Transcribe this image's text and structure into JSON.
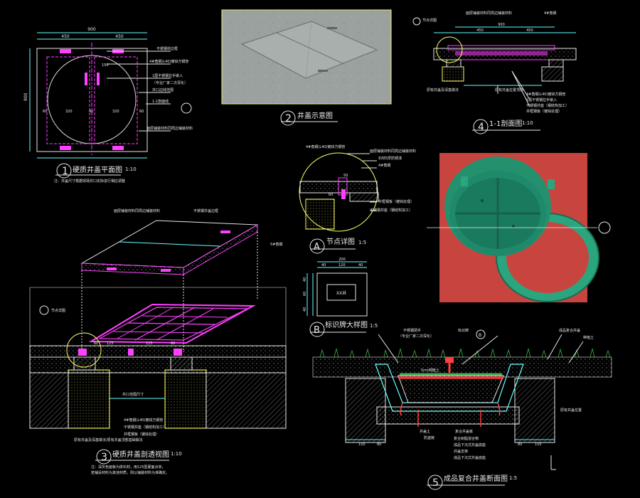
{
  "titles": {
    "t1": {
      "num": "1",
      "label": "硬质井盖平面图",
      "scale": "1:10"
    },
    "t2": {
      "num": "2",
      "label": "井盖示意图",
      "scale": ""
    },
    "t3": {
      "num": "3",
      "label": "硬质井盖剖透视图",
      "scale": "1:10"
    },
    "t4": {
      "num": "4",
      "label": "1-1剖面图",
      "scale": "1:10"
    },
    "t5": {
      "num": "5",
      "label": "成品复合井盖断面图",
      "scale": "1:5"
    },
    "tA": {
      "num": "A",
      "label": "节点详图",
      "scale": "1:5"
    },
    "tB": {
      "num": "B",
      "label": "标识牌大样图",
      "scale": "1:5"
    }
  },
  "notes": {
    "plan": "注：井盖尺寸根据现场井口实际进行相应调整",
    "persp1": "注：深灰色面板为拼石材，用125型硬面点单，",
    "persp2": "若铺设材料为其他材质，则以铺装材料为准确定。"
  },
  "plan": {
    "dims_top": [
      "900",
      "450",
      "450"
    ],
    "dims_bot": [
      "60",
      "320",
      "40",
      "320",
      "60"
    ],
    "dim_side": "900",
    "mid": "150",
    "labels": [
      "不锈钢材边框",
      "4#角钢(L40)镀锌方钢管",
      "1厘不锈钢拉手嵌入",
      "（专业厂家二次深化）",
      "井口边线范围",
      "1-1剖面线",
      "面层铺装材料同周边铺装材料"
    ]
  },
  "sec11": {
    "callout": "节点详图",
    "dims": [
      "900",
      "450",
      "450"
    ],
    "labels": [
      "面层铺装材料同周边铺装材料",
      "4#角钢",
      "4#角钢(L40)镀锌方钢管",
      "1厘不锈钢拉手嵌入",
      "不锈钢井座（钢结构加工）",
      "井框钢板（镀锌处理）"
    ],
    "ground": "原有井盖位置顶部",
    "left": "原有井盖及深基做法"
  },
  "detailA": {
    "labels": [
      "4#角钢(L40)镀锌方钢管",
      "面层铺装材料同周边铺装材料",
      "石材5厚防锈漆",
      "4#角钢",
      "井框钢板（镀锌处理）",
      "不锈钢井座（钢结构加工）"
    ],
    "dims": [
      "50",
      "60"
    ]
  },
  "detailB": {
    "dims_top": [
      "200",
      "40",
      "120",
      "40"
    ],
    "dims_side": [
      "40",
      "60",
      "40"
    ],
    "text": "XX井"
  },
  "persp": {
    "labels": [
      "面层铺装材料同周边铺装材料",
      "不锈钢井盖边框",
      "5#角钢",
      "4#角钢(L40)镀锌方钢管",
      "不锈钢井座（钢结构加工）",
      "井框钢板（镀锌处理）",
      "井口范围尺寸",
      "原有井盖及深基做法/原有井盖顶部基础做法"
    ],
    "callout": "节点详图",
    "dims": [
      "60",
      "125",
      "125",
      "60"
    ]
  },
  "sec5": {
    "labels": [
      "不锈钢把手",
      "（专业厂家二次深化）",
      "标识牌",
      "5cm种植土",
      "成品复合井盖",
      "种植土",
      "原有井盖位置",
      "井盖土",
      "复合井盖板",
      "防盗链",
      "复合树脂混合物",
      "成品下沉式井盖底座",
      "井盖支架",
      "成品下沉式井盖底座"
    ],
    "callout": "B",
    "dims": [
      "150",
      "80",
      "150",
      "80"
    ]
  },
  "photo": {
    "colors": {
      "cover": "#1f8a6b",
      "ring": "#2aa57e",
      "bg": "#c8453f"
    }
  }
}
